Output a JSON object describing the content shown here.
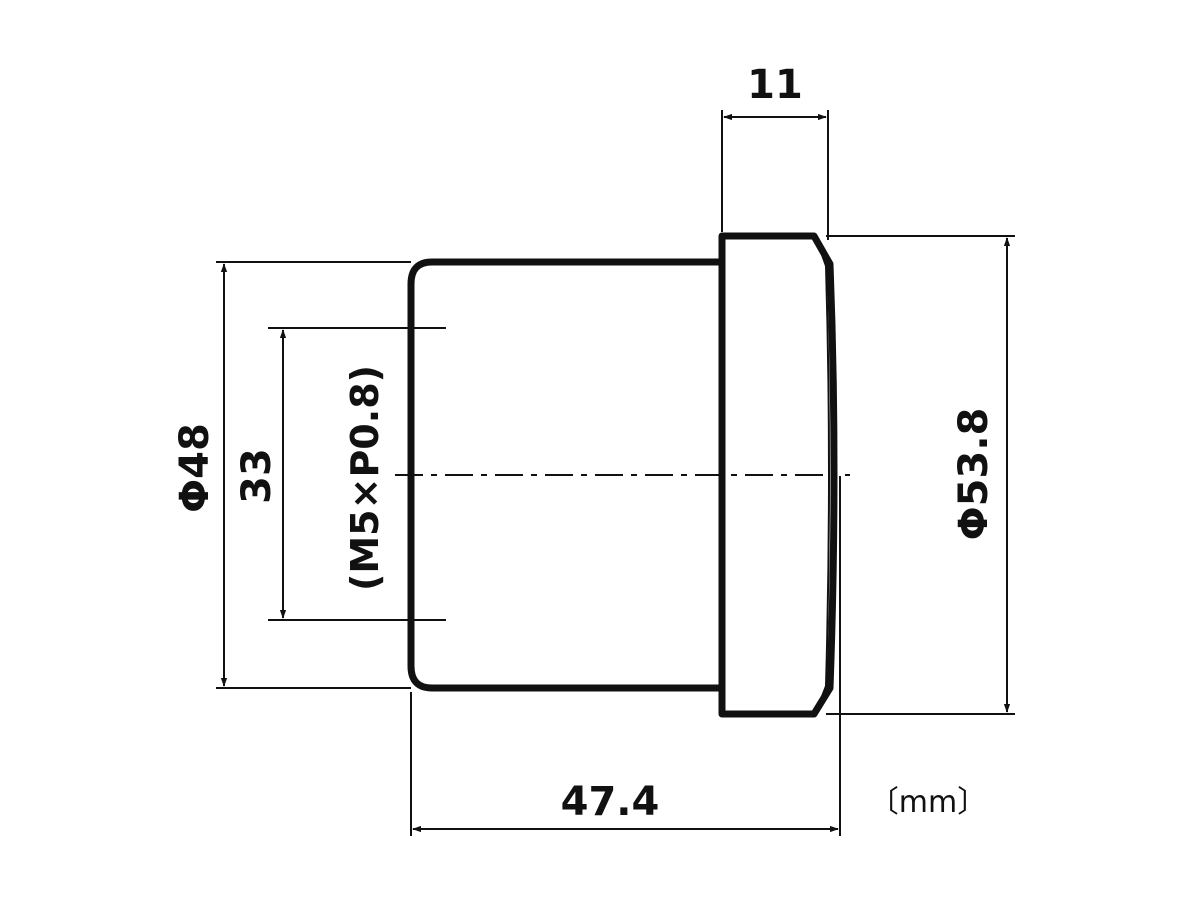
{
  "drawing": {
    "line_color": "#111111",
    "background": "#ffffff"
  },
  "dimensions": {
    "flange_width": "11",
    "body_diameter": "Φ48",
    "thread_pitch_circle": "33",
    "thread_spec": "(M5×P0.8)",
    "flange_diameter": "Φ53.8",
    "overall_length": "47.4"
  },
  "units": "〔mm〕"
}
